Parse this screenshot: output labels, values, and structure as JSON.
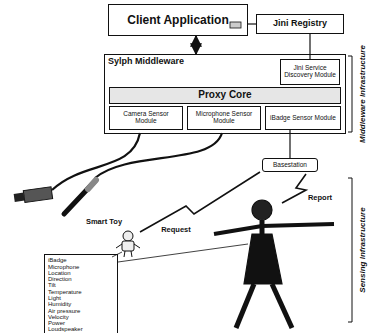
{
  "diagram": {
    "nodes": [
      {
        "text": [
          "Client Application"
        ]
      },
      {
        "text": [
          "Jini Registry"
        ]
      },
      {
        "text": [
          "Sylph Middleware"
        ]
      },
      {
        "text": [
          "Jini Service Discovery Module"
        ],
        "in": 2
      },
      {
        "text": [
          "Proxy Core"
        ],
        "in": 2
      },
      {
        "text": [
          "Camera Sensor Module"
        ],
        "in": 2
      },
      {
        "text": [
          "Microphone Sensor Module"
        ],
        "in": 2
      },
      {
        "text": [
          "iBadge Sensor Module"
        ],
        "in": 2
      },
      {
        "text": [
          "Basestation"
        ]
      },
      {
        "text": [
          "iBadge",
          "Microphone",
          "Location",
          "Direction",
          "Tilt",
          "Temperature",
          "Light",
          "Humidity",
          "Air pressure",
          "Velocity",
          "Power",
          "Loudspeaker"
        ]
      }
    ],
    "edges": [
      {
        "from": 0,
        "to": 2,
        "arrow": "both"
      },
      {
        "from": 0,
        "to": 1,
        "arrow": "none"
      },
      {
        "from": 1,
        "to": 3,
        "arrow": "none"
      },
      {
        "from": 7,
        "to": 8,
        "arrow": "none"
      }
    ],
    "labels": [
      "Middleware Infrastructure",
      "Sensing Infrastructure",
      "Smart Toy",
      "Request",
      "Report"
    ]
  }
}
